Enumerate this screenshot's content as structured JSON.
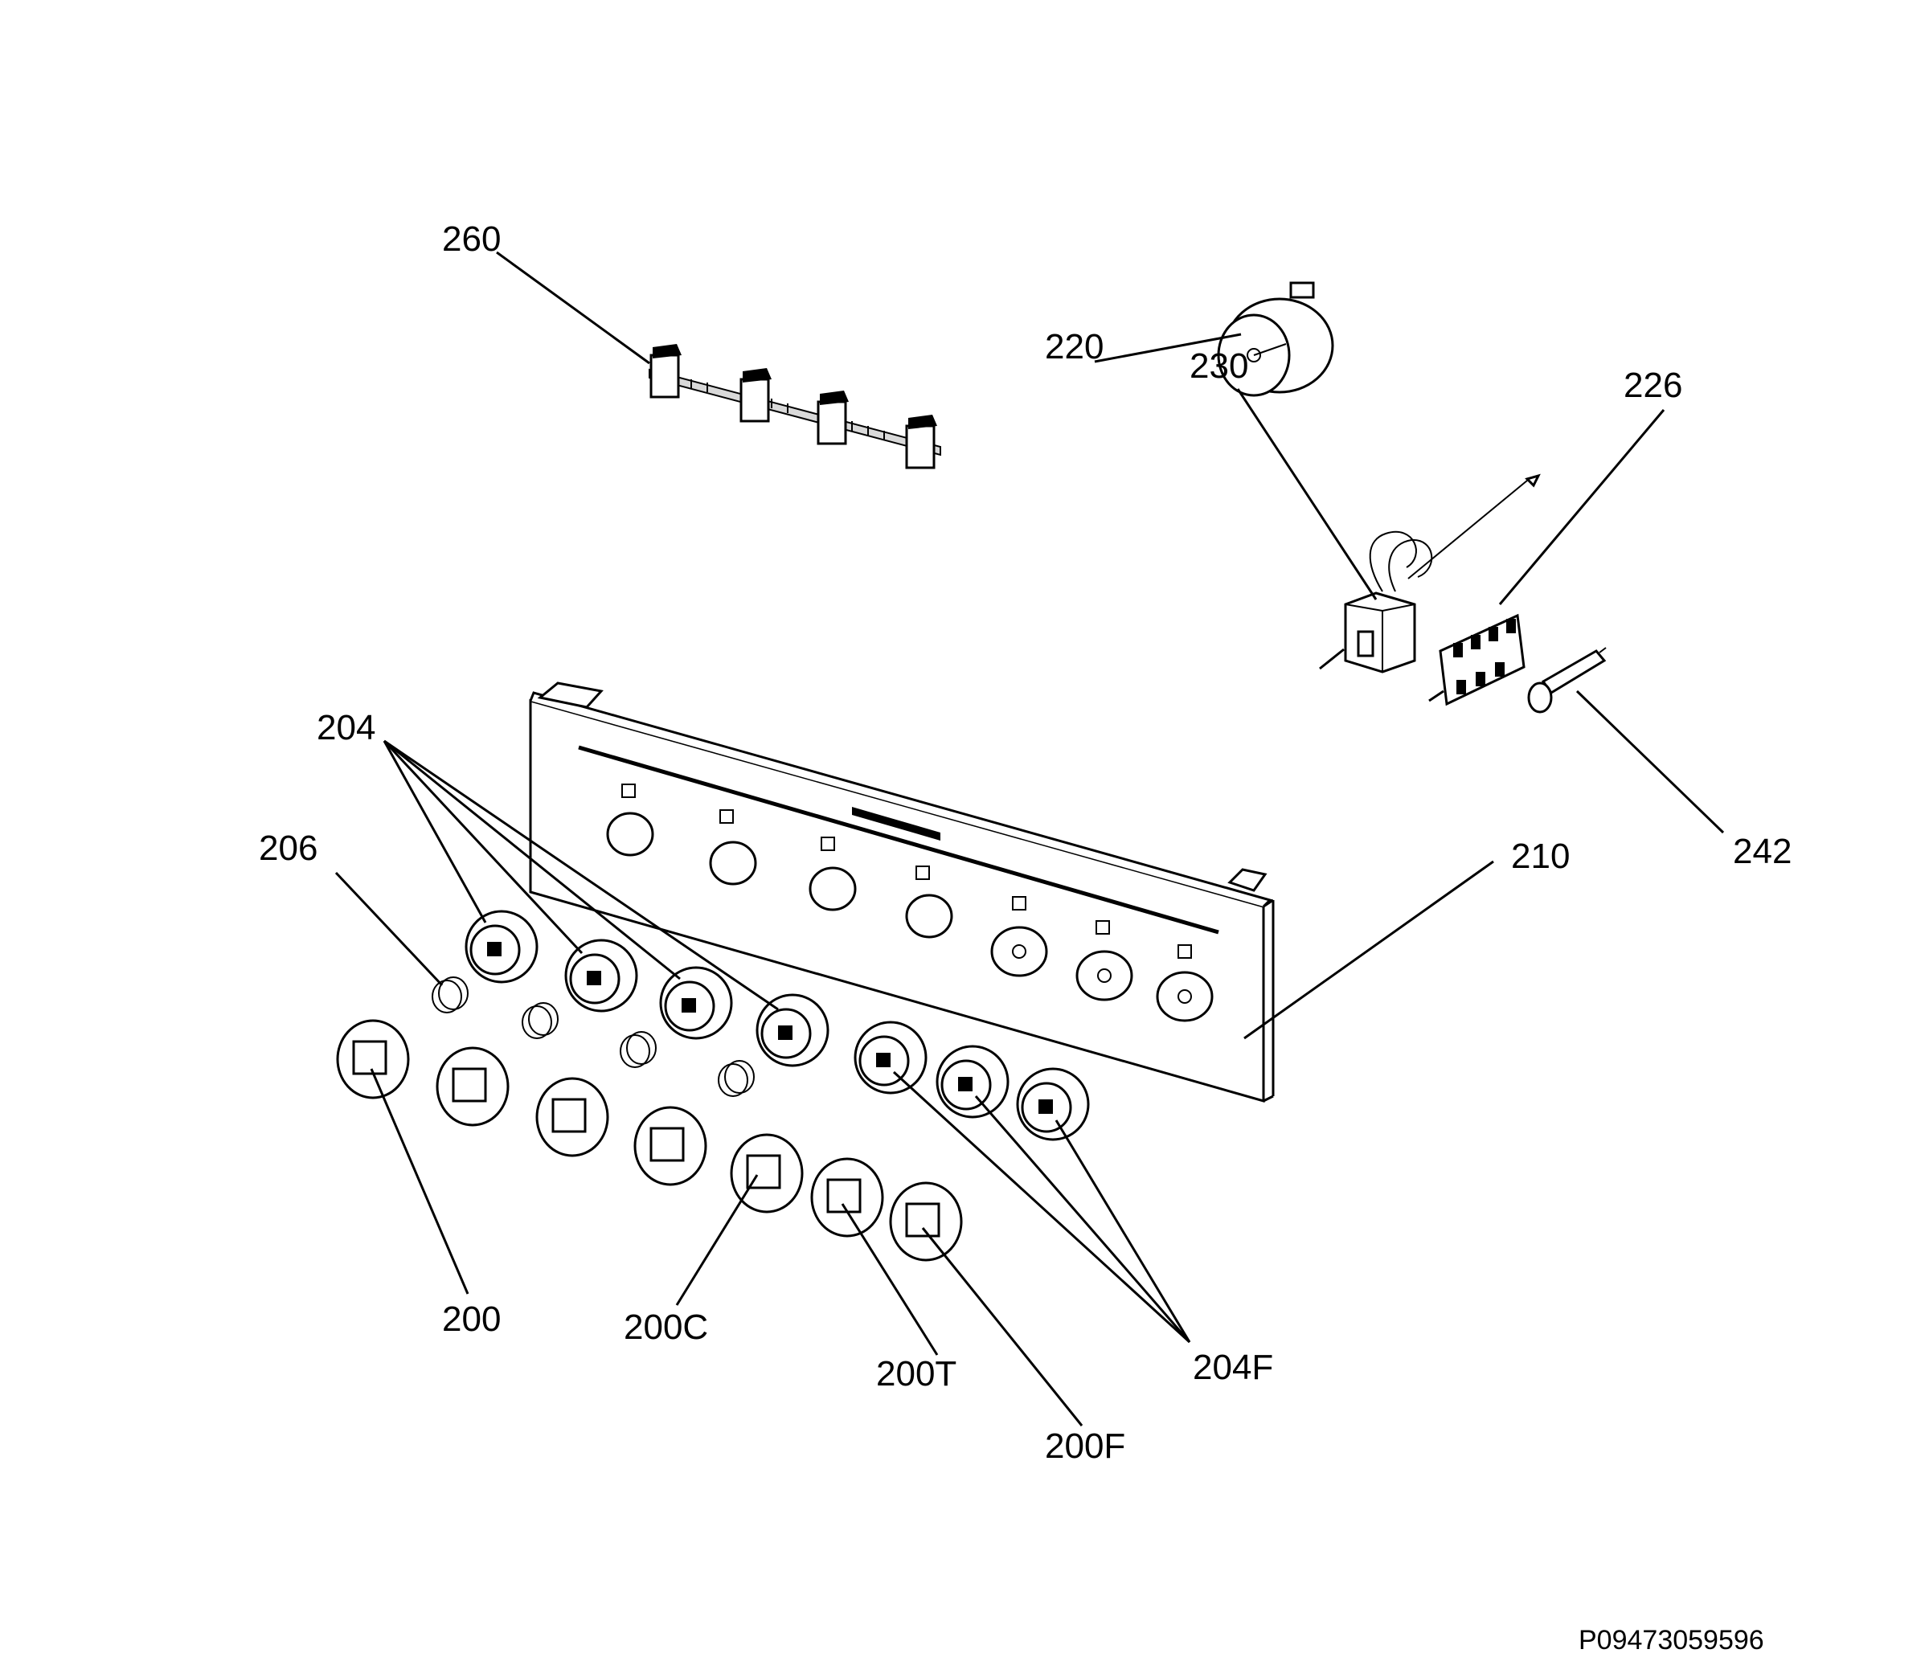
{
  "diagram": {
    "callouts": {
      "c260": "260",
      "c220": "220",
      "c230": "230",
      "c226": "226",
      "c204": "204",
      "c206": "206",
      "c210": "210",
      "c242": "242",
      "c200": "200",
      "c200C": "200C",
      "c200T": "200T",
      "c200F": "200F",
      "c204F": "204F"
    },
    "document_number": "P09473059596"
  }
}
